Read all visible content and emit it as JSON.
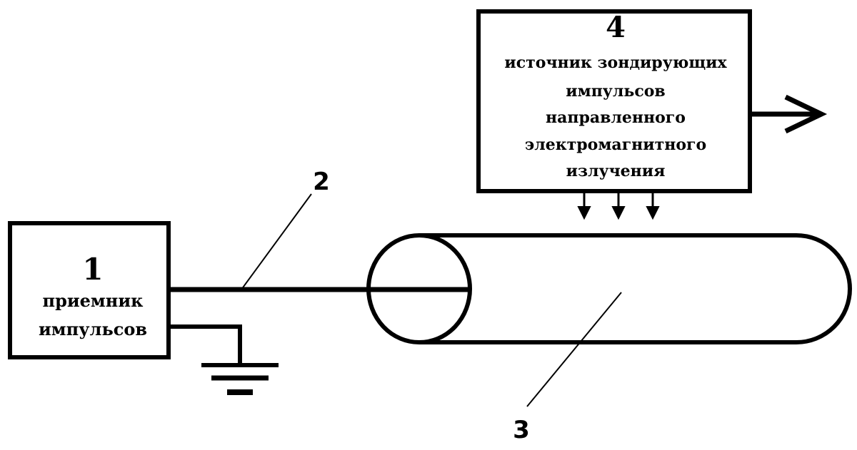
{
  "receiver": {
    "number": "1",
    "lines": [
      "приемник",
      "импульсов"
    ]
  },
  "wire": {
    "number": "2"
  },
  "pipe": {
    "number": "3"
  },
  "source": {
    "number": "4",
    "lines": [
      "источник зондирующих",
      "импульсов",
      "направленного",
      "электромагнитного",
      "излучения"
    ]
  },
  "colors": {
    "line": "#000000",
    "background": "#ffffff"
  }
}
